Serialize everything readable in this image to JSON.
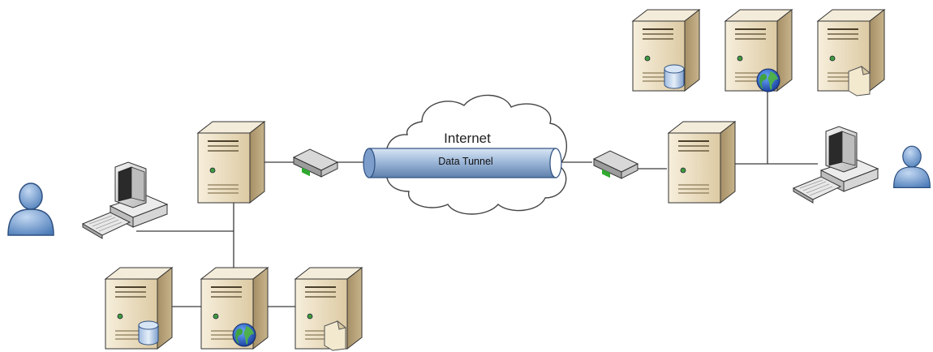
{
  "diagram": {
    "cloud_label": "Internet",
    "tunnel_label": "Data Tunnel"
  },
  "nodes": [
    {
      "id": "user-left",
      "type": "user"
    },
    {
      "id": "workstation-left",
      "type": "workstation"
    },
    {
      "id": "gateway-server-left",
      "type": "server"
    },
    {
      "id": "router-left",
      "type": "router"
    },
    {
      "id": "internet-cloud",
      "type": "cloud"
    },
    {
      "id": "data-tunnel",
      "type": "tunnel"
    },
    {
      "id": "router-right",
      "type": "router"
    },
    {
      "id": "gateway-server-right",
      "type": "server"
    },
    {
      "id": "workstation-right",
      "type": "workstation"
    },
    {
      "id": "user-right",
      "type": "user"
    },
    {
      "id": "db-server-left",
      "type": "server",
      "badge": "database-icon"
    },
    {
      "id": "web-server-left",
      "type": "server",
      "badge": "globe-icon"
    },
    {
      "id": "file-server-left",
      "type": "server",
      "badge": "file-icon"
    },
    {
      "id": "db-server-right",
      "type": "server",
      "badge": "database-icon"
    },
    {
      "id": "web-server-right",
      "type": "server",
      "badge": "globe-icon"
    },
    {
      "id": "file-server-right",
      "type": "server",
      "badge": "file-icon"
    }
  ],
  "colors": {
    "server_face": "#e9dcc0",
    "server_side": "#b7a27a",
    "server_top": "#f6efdf",
    "tunnel": "#9fb8d8",
    "user": "#7ea5d6",
    "line": "#3a3a3a"
  }
}
